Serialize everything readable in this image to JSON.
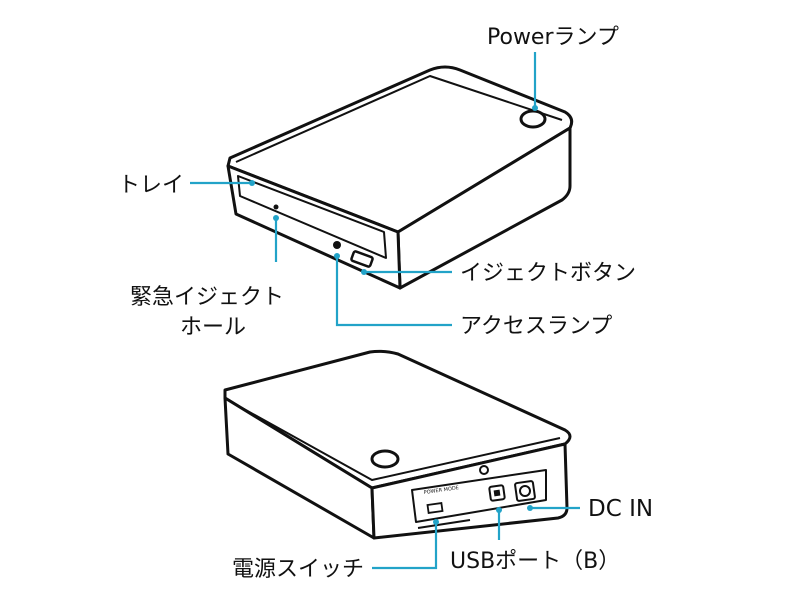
{
  "labels": {
    "power_lamp": "Powerランプ",
    "tray": "トレイ",
    "emergency_eject_line1": "緊急イジェクト",
    "emergency_eject_line2": "ホール",
    "eject_button": "イジェクトボタン",
    "access_lamp": "アクセスランプ",
    "dc_in": "DC IN",
    "power_switch": "電源スイッチ",
    "usb_port": "USBポート（B）"
  },
  "colors": {
    "leader_line": "#22a3c8",
    "outline": "#111111"
  }
}
